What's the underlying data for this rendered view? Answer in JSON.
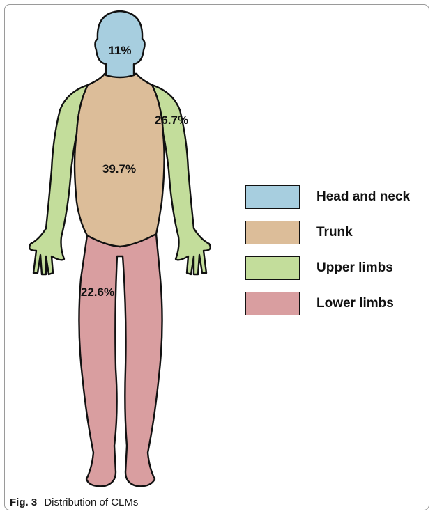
{
  "figure": {
    "caption_label": "Fig. 3",
    "caption_text": "Distribution of CLMs"
  },
  "body_regions": [
    {
      "id": "head",
      "label": "Head and neck",
      "value_text": "11%",
      "value": 11,
      "color": "#a7cedf"
    },
    {
      "id": "trunk",
      "label": "Trunk",
      "value_text": "39.7%",
      "value": 39.7,
      "color": "#dcbd99"
    },
    {
      "id": "upper",
      "label": "Upper limbs",
      "value_text": "26.7%",
      "value": 26.7,
      "color": "#c3dd9b"
    },
    {
      "id": "lower",
      "label": "Lower limbs",
      "value_text": "22.6%",
      "value": 22.6,
      "color": "#d99ea0"
    }
  ],
  "legend": {
    "items": [
      {
        "label": "Head and neck",
        "color": "#a7cedf"
      },
      {
        "label": "Trunk",
        "color": "#dcbd99"
      },
      {
        "label": "Upper limbs",
        "color": "#c3dd9b"
      },
      {
        "label": "Lower limbs",
        "color": "#d99ea0"
      }
    ]
  }
}
